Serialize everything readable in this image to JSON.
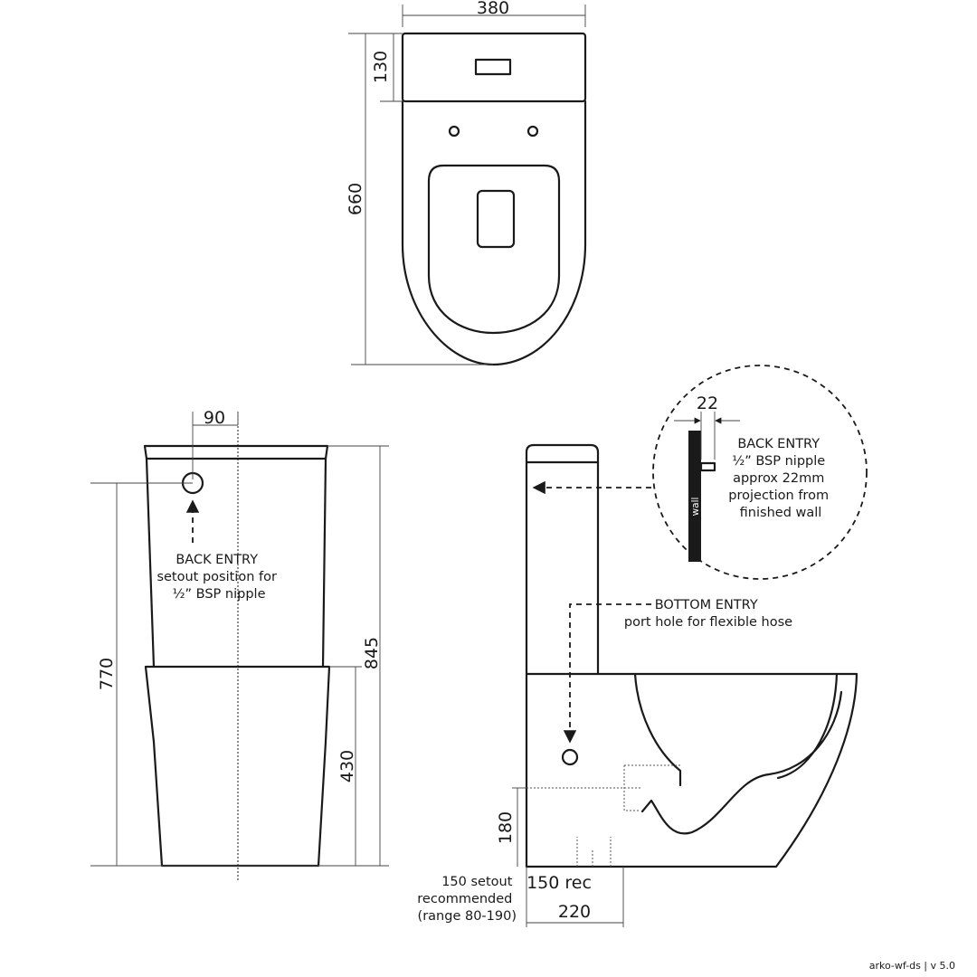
{
  "dimensions": {
    "top_width": "380",
    "top_cistern_depth": "130",
    "top_total_length": "660",
    "front_offset": "90",
    "front_inlet_height": "770",
    "front_total_height": "845",
    "front_pan_height": "430",
    "side_projection": "22",
    "side_outlet_height": "180",
    "side_rec": "150 rec",
    "side_base": "220"
  },
  "notes": {
    "back_entry_front": [
      "BACK ENTRY",
      "setout position for",
      "½” BSP nipple"
    ],
    "back_entry_detail": [
      "BACK ENTRY",
      "½” BSP nipple",
      "approx 22mm",
      "projection from",
      "finished wall"
    ],
    "wall_label": "wall",
    "bottom_entry": [
      "BOTTOM ENTRY",
      "port hole for flexible hose"
    ],
    "setout": [
      "150 setout",
      "recommended",
      "(range 80-190)"
    ]
  },
  "footer": "arko-wf-ds  |  v 5.0"
}
